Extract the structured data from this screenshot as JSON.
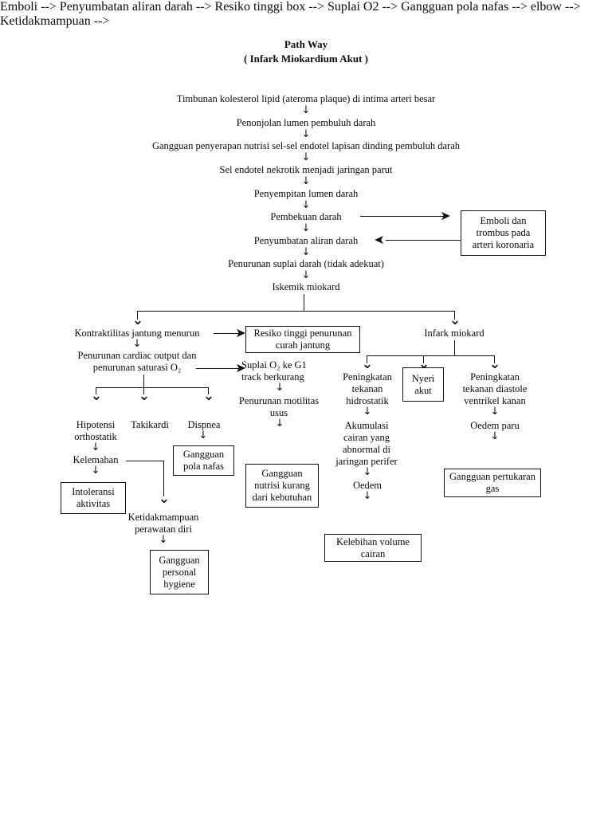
{
  "document": {
    "title_line1": "Path Way",
    "title_line2": "( Infark Miokardium Akut )"
  },
  "colors": {
    "background": "#ffffff",
    "text": "#0a0a0a",
    "line": "#111111"
  },
  "chain": {
    "n1": "Timbunan kolesterol lipid (ateroma plaque) di intima arteri besar",
    "n2": "Penonjolan lumen pembuluh darah",
    "n3": "Gangguan penyerapan nutrisi sel-sel endotel lapisan dinding pembuluh darah",
    "n4": "Sel endotel nekrotik menjadi jaringan parut",
    "n5": "Penyempitan lumen darah",
    "n6": "Pembekuan darah",
    "n7": "Penyumbatan aliran darah",
    "n8": "Penurunan suplai darah (tidak adekuat)",
    "n9": "Iskemik miokard"
  },
  "boxes": {
    "emboli": "Emboli dan trombus pada arteri koronaria",
    "emboli_lines": [
      "Emboli dan",
      "trombus pada",
      "arteri koronaria"
    ],
    "resiko": "Resiko tinggi penurunan curah jantung",
    "resiko_lines": [
      "Resiko tinggi penurunan",
      "curah jantung"
    ],
    "nyeri": "Nyeri akut",
    "nyeri_lines": [
      "Nyeri",
      "akut"
    ],
    "gangguan_pola_nafas": "Gangguan pola nafas",
    "gangguan_pola_nafas_lines": [
      "Gangguan",
      "pola nafas"
    ],
    "intoleransi": "Intoleransi aktivitas",
    "intoleransi_lines": [
      "Intoleransi",
      "aktivitas"
    ],
    "gangguan_personal_hygiene": "Gangguan personal hygiene",
    "gangguan_personal_hygiene_lines": [
      "Gangguan",
      "personal",
      "hygiene"
    ],
    "gangguan_nutrisi": "Gangguan nutrisi kurang dari kebutuhan",
    "gangguan_nutrisi_lines": [
      "Gangguan",
      "nutrisi kurang",
      "dari kebutuhan"
    ],
    "kelebihan_volume": "Kelebihan volume cairan",
    "kelebihan_volume_lines": [
      "Kelebihan volume",
      "cairan"
    ],
    "gangguan_pertukaran_gas": "Gangguan pertukaran gas",
    "gangguan_pertukaran_gas_lines": [
      "Gangguan pertukaran",
      "gas"
    ]
  },
  "left_branch": {
    "kontraktilitas": "Kontraktilitas jantung menurun",
    "penurunan_co_line1": "Penurunan cardiac output dan",
    "penurunan_co_line2": "penurunan saturasi O₂",
    "hipotensi_line1": "Hipotensi",
    "hipotensi_line2": "orthostatik",
    "takikardi": "Takikardi",
    "dispnea": "Dispnea",
    "kelemahan": "Kelemahan",
    "ketidakmampuan_line1": "Ketidakmampuan",
    "ketidakmampuan_line2": "perawatan diri"
  },
  "middle_branch": {
    "suplai_line1": "Suplai O₂ ke G1",
    "suplai_line2": "track berkurang",
    "motilitas_line1": "Penurunan motilitas",
    "motilitas_line2": "usus"
  },
  "right_branch": {
    "infark": "Infark miokard",
    "peningkatan_hidrostatik_lines": [
      "Peningkatan",
      "tekanan",
      "hidrostatik"
    ],
    "akumulasi_lines": [
      "Akumulasi",
      "cairan yang",
      "abnormal di",
      "jaringan perifer"
    ],
    "oedem": "Oedem",
    "peningkatan_diastole_lines": [
      "Peningkatan",
      "tekanan diastole",
      "ventrikel kanan"
    ],
    "oedem_paru": "Oedem paru"
  },
  "glyphs": {
    "arrow_down": "↓",
    "arrow_down_bold": "⌄",
    "arrow_right": "➤",
    "arrow_left": "➤"
  }
}
